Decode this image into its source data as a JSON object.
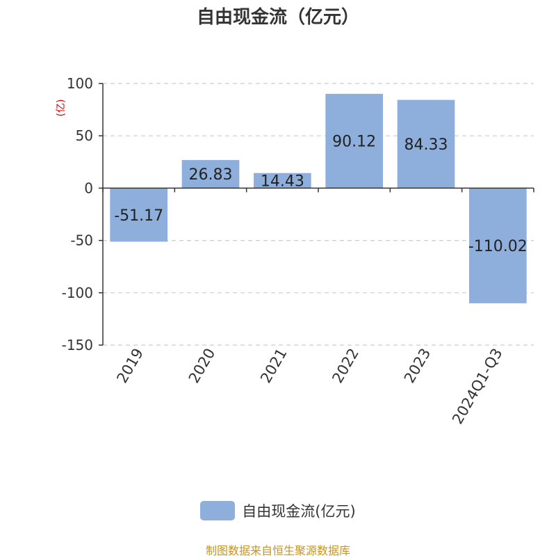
{
  "title": "自由现金流（亿元）",
  "chart_data": {
    "type": "bar",
    "categories": [
      "2019",
      "2020",
      "2021",
      "2022",
      "2023",
      "2024Q1-Q3"
    ],
    "series": [
      {
        "name": "自由现金流(亿元)",
        "values": [
          -51.17,
          26.83,
          14.43,
          90.12,
          84.33,
          -110.02
        ]
      }
    ],
    "ylabel": "(亿)",
    "ylim": [
      -150,
      100
    ],
    "yticks": [
      100,
      50,
      0,
      -50,
      -100,
      -150
    ],
    "grid": true,
    "legend_position": "bottom-center"
  },
  "source": "制图数据来自恒生聚源数据库",
  "colors": {
    "bar": "#8eaedb",
    "ylabel": "#cc0000",
    "source": "#c8931e",
    "axis": "#333333",
    "grid": "#cccccc",
    "text": "#333333"
  }
}
